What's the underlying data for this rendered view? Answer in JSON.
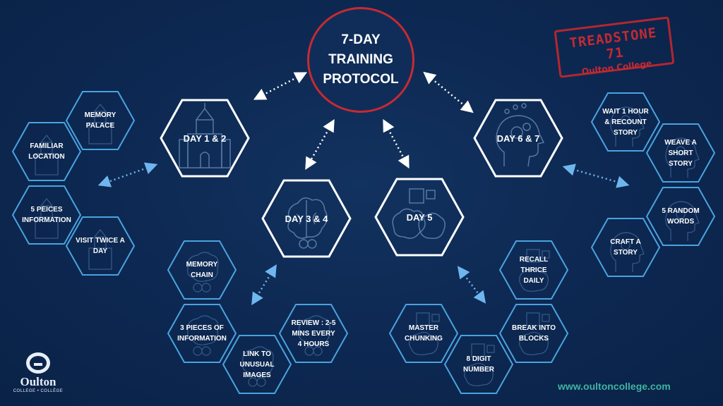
{
  "title": "7-DAY\nTRAINING\nPROTOCOL",
  "stamp": {
    "line1": "TREADSTONE 71",
    "line2": "Oulton College"
  },
  "days": [
    {
      "id": "day12",
      "label": "DAY 1 & 2",
      "icon": "castle-icon"
    },
    {
      "id": "day34",
      "label": "DAY 3 & 4",
      "icon": "brain-icon"
    },
    {
      "id": "day5",
      "label": "DAY  5",
      "icon": "brain-puzzle-icon"
    },
    {
      "id": "day67",
      "label": "DAY 6 & 7",
      "icon": "head-gears-icon"
    }
  ],
  "steps": {
    "day12": [
      "MEMORY\nPALACE",
      "FAMILIAR\nLOCATION",
      "5 PEICES\nINFORMATION",
      "VISIT TWICE A\nDAY"
    ],
    "day34": [
      "MEMORY\nCHAIN",
      "3 PIECES OF\nINFORMATION",
      "LINK TO\nUNUSUAL\nIMAGES",
      "REVIEW : 2-5\nMINS EVERY\n4 HOURS"
    ],
    "day5": [
      "RECALL\nTHRICE\nDAILY",
      "MASTER\nCHUNKING",
      "BREAK INTO\nBLOCKS",
      "8 DIGIT\nNUMBER"
    ],
    "day67": [
      "WAIT 1 HOUR\n& RECOUNT\nSTORY",
      "WEAVE A\nSHORT\nSTORY",
      "5 RANDOM\nWORDS",
      "CRAFT A\nSTORY"
    ]
  },
  "logo": {
    "name": "Oulton",
    "tagline": "COLLEGE • COLLÈGE"
  },
  "website": "www.oultoncollege.com",
  "colors": {
    "background": "#0c2750",
    "accent_red": "#c72a32",
    "hex_outline": "#4aa3e0",
    "link_dots": "#cfe4ff",
    "website": "#3fb4a0"
  }
}
